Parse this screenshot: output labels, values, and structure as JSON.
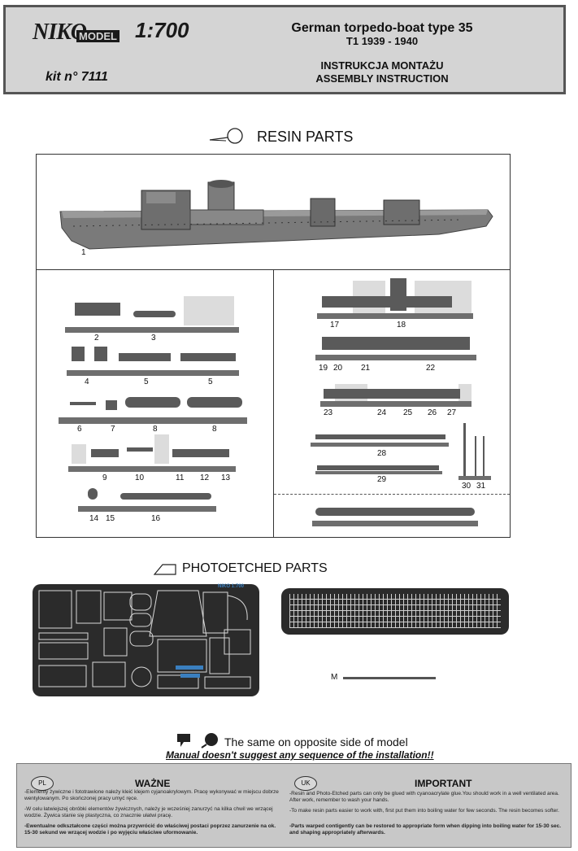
{
  "header": {
    "logo": "NIKO",
    "logo_model": "MODEL",
    "scale": "1:700",
    "kit": "kit n° 7111",
    "title": "German torpedo-boat type 35",
    "subtitle": "T1  1939 - 1940",
    "instr_pl": "INSTRUKCJA MONTAŻU",
    "instr_en": "ASSEMBLY INSTRUCTION"
  },
  "resin": {
    "title": "RESIN PARTS",
    "hull_label": "1",
    "left_labels": [
      "2",
      "3",
      "4",
      "5",
      "5",
      "6",
      "7",
      "8",
      "8",
      "9",
      "10",
      "11",
      "12",
      "13",
      "14",
      "15",
      "16"
    ],
    "right_labels": [
      "17",
      "18",
      "19",
      "20",
      "21",
      "22",
      "23",
      "24",
      "25",
      "26",
      "27",
      "28",
      "29",
      "30",
      "31"
    ]
  },
  "photoetched": {
    "title": "PHOTOETCHED PARTS",
    "fret_logo": "NIKO 1:700",
    "m_label": "M"
  },
  "notes": {
    "same_side": "The same on opposite side of model",
    "manual": "Manual doesn't suggest any sequence of the installation!!"
  },
  "footer": {
    "pl_badge": "PL",
    "pl_head": "WAŻNE",
    "pl_p1": "-Elementy żywiczne i fototrawione należy kleić klejem cyjanoakrylowym. Pracę wykonywać w miejscu dobrze wentylowanym. Po skończonej pracy umyć ręce.",
    "pl_p2": "-W celu łatwiejszej obróbki elementów żywicznych, należy je wcześniej zanurzyć na kilka chwil we wrzącej wodzie. Żywica stanie się plastyczna, co znacznie ułatwi pracę.",
    "pl_p3": "-Ewentualne odkształcone części można przywrócić do właściwej postaci poprzez zanurzenie na ok. 15-30 sekund we wrzącej wodzie i po wyjęciu właściwe uformowanie.",
    "uk_badge": "UK",
    "uk_head": "IMPORTANT",
    "uk_p1": "-Resin and Photo-Etched parts can only be glued with cyanoacrylate glue.You should work in a well ventilated area. After work, remember to wash your hands.",
    "uk_p2": "-To make resin parts easier to work with, first put them into boiling water for  few seconds. The resin becomes softer.",
    "uk_p3": "-Parts warped contigently can be  restored to appropriate form when dipping into boiling water  for 15-30 sec. and shaping appropriately afterwards."
  },
  "colors": {
    "header_bg": "#d4d4d4",
    "footer_bg": "#c8c8c8",
    "fret": "#2b2b2b"
  }
}
